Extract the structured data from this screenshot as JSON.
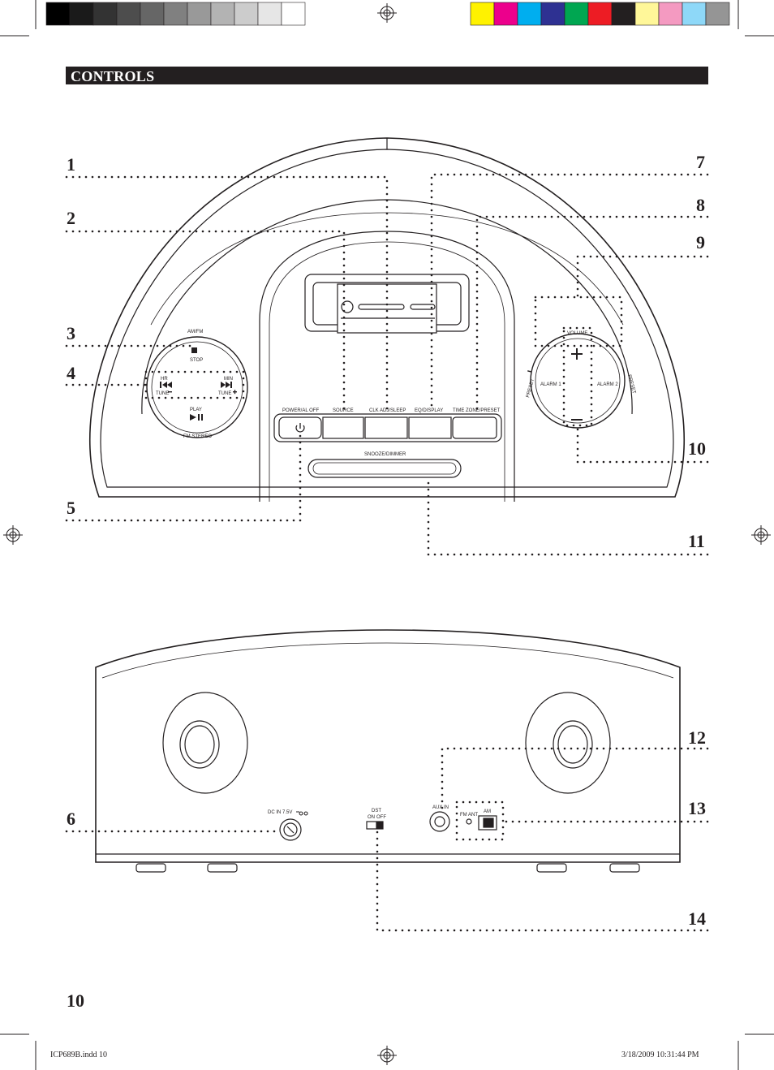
{
  "colors": {
    "ink": "#231f20",
    "header_bg": "#231f20",
    "header_text": "#ffffff",
    "grayscale_bar": [
      "#000000",
      "#1a1a1a",
      "#333333",
      "#4d4d4d",
      "#666666",
      "#808080",
      "#999999",
      "#b3b3b3",
      "#cccccc",
      "#e6e6e6",
      "#ffffff"
    ],
    "color_bar": [
      "#fff200",
      "#ec008c",
      "#00aeef",
      "#2e3192",
      "#00a651",
      "#ed1c24",
      "#231f20",
      "#fff799",
      "#f49ac1",
      "#8ed8f8",
      "#959595"
    ]
  },
  "header": {
    "title": "CONTROLS"
  },
  "callouts": [
    "1",
    "2",
    "3",
    "4",
    "5",
    "6",
    "7",
    "8",
    "9",
    "10",
    "11",
    "12",
    "13",
    "14"
  ],
  "front_panel": {
    "mode_dial": {
      "am_fm": "AM/FM",
      "stop": "STOP",
      "hr": "HR",
      "min": "MIN",
      "tune_minus": "TUNE",
      "tune_plus": "TUNE",
      "play": "PLAY",
      "fm_stereo": "FM STEREO"
    },
    "volume_dial": {
      "volume": "VOLUME",
      "alarm1": "ALARM 1",
      "alarm2": "ALARM 2",
      "preset_minus": "PRESET",
      "preset_plus": "PRESET"
    },
    "buttons": {
      "power": "POWER/AL OFF",
      "source": "SOURCE",
      "clk": "CLK ADJ/SLEEP",
      "eq": "EQ/DISPLAY",
      "tz": "TIME ZONE/PRESET",
      "snooze": "SNOOZE/DIMMER"
    }
  },
  "rear_panel": {
    "dc_in": "DC IN 7.5V",
    "dst": "DST",
    "dst_on": "ON",
    "dst_off": "OFF",
    "aux_in": "AUX IN",
    "fm_ant": "FM ANT",
    "am": "AM"
  },
  "footer": {
    "page_number": "10",
    "file": "ICP689B.indd   10",
    "timestamp": "3/18/2009   10:31:44 PM"
  },
  "icons": [
    "crop-marks",
    "registration-target-icon",
    "power-icon",
    "stop-icon",
    "prev-track-icon",
    "next-track-icon",
    "play-pause-icon",
    "plus-icon",
    "minus-icon"
  ]
}
